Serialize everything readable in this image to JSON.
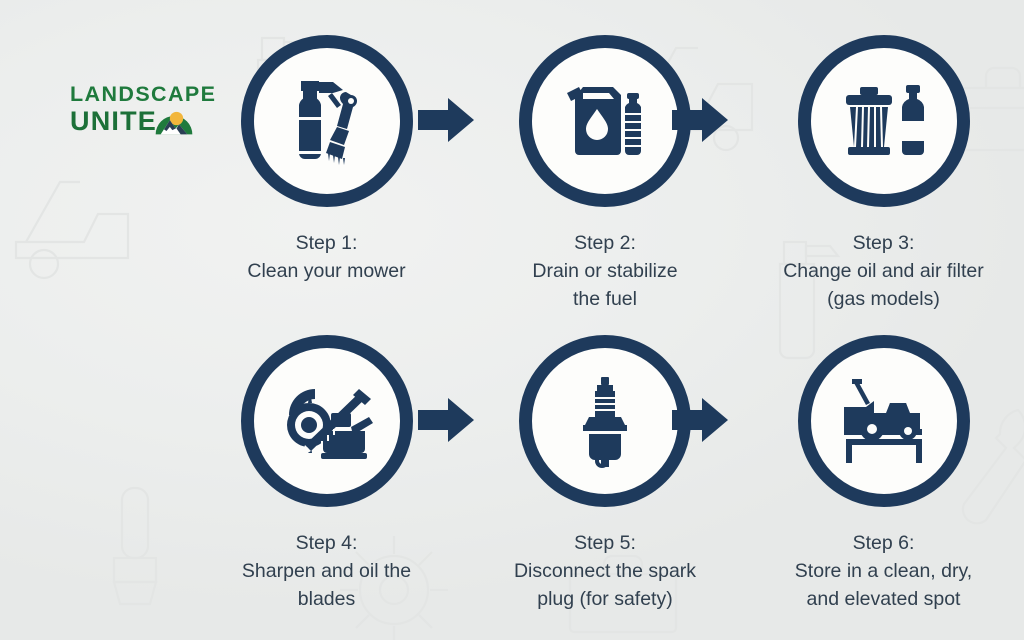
{
  "theme": {
    "background": "#eceeed",
    "navy": "#1e3a5c",
    "caption_color": "#31404f",
    "circle_fill": "#fdfdfb",
    "logo_green": "#1f7a3d",
    "logo_sun": "#f2b63c",
    "watermark_color": "#e3e5e4"
  },
  "logo": {
    "line1": "LANDSCAPE",
    "line2": "UNITE",
    "badge_icon": "mountain-sun-badge-icon"
  },
  "steps": [
    {
      "id": "step-1",
      "title": "Step 1:",
      "desc": "Clean your mower",
      "icon": "spray-bottle-and-brush-icon"
    },
    {
      "id": "step-2",
      "title": "Step 2:",
      "desc": "Drain or stabilize\nthe fuel",
      "icon": "fuel-can-and-bottle-icon"
    },
    {
      "id": "step-3",
      "title": "Step 3:",
      "desc": "Change oil and air filter\n(gas models)",
      "icon": "air-filter-and-oil-bottle-icon"
    },
    {
      "id": "step-4",
      "title": "Step 4:",
      "desc": "Sharpen and oil the\nblades",
      "icon": "grinder-blade-and-oil-can-icon"
    },
    {
      "id": "step-5",
      "title": "Step 5:",
      "desc": "Disconnect the spark\nplug (for safety)",
      "icon": "spark-plug-icon"
    },
    {
      "id": "step-6",
      "title": "Step 6:",
      "desc": "Store in a clean, dry,\nand elevated spot",
      "icon": "mower-on-table-icon"
    }
  ],
  "arrows": [
    {
      "id": "arrow-1",
      "icon": "arrow-right-icon"
    },
    {
      "id": "arrow-2",
      "icon": "arrow-right-icon"
    },
    {
      "id": "arrow-3",
      "icon": "arrow-right-icon"
    },
    {
      "id": "arrow-4",
      "icon": "arrow-right-icon"
    }
  ],
  "watermarks": [
    "toolbox-outline-icon",
    "wrench-outline-icon",
    "spray-bottle-outline-icon",
    "brush-outline-icon",
    "mower-outline-icon",
    "gear-outline-icon"
  ]
}
